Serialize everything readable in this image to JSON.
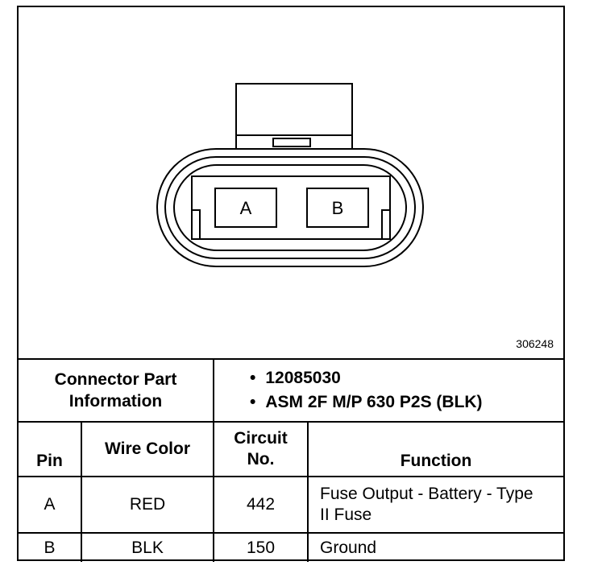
{
  "figure_number": "306248",
  "connector": {
    "pins": [
      "A",
      "B"
    ]
  },
  "part_info": {
    "label": "Connector Part Information",
    "items": [
      "12085030",
      "ASM 2F M/P 630 P2S (BLK)"
    ]
  },
  "table": {
    "headers": {
      "pin": "Pin",
      "wire_color": "Wire Color",
      "circuit": "Circuit No.",
      "function": "Function"
    },
    "rows": [
      {
        "pin": "A",
        "wire_color": "RED",
        "circuit": "442",
        "function": "Fuse Output - Battery - Type II Fuse"
      },
      {
        "pin": "B",
        "wire_color": "BLK",
        "circuit": "150",
        "function": "Ground"
      }
    ]
  }
}
